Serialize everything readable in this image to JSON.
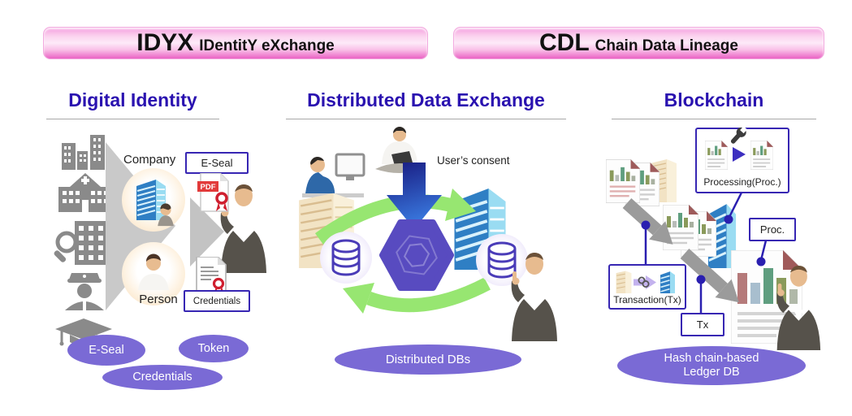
{
  "banners": {
    "idyx": {
      "abbr": "IDYX",
      "subtitle": "IDentitY eXchange"
    },
    "cdl": {
      "abbr": "CDL",
      "subtitle": "Chain Data Lineage"
    }
  },
  "identity": {
    "title": "Digital Identity",
    "company_label": "Company",
    "person_label": "Person",
    "eseal_tag": "E-Seal",
    "credentials_tag": "Credentials",
    "pdf_badge": "PDF",
    "oval_eseal": "E-Seal",
    "oval_token": "Token",
    "oval_credentials": "Credentials"
  },
  "exchange": {
    "title": "Distributed Data Exchange",
    "consent_label": "User’s consent",
    "oval": "Distributed DBs"
  },
  "blockchain": {
    "title": "Blockchain",
    "processing_tag": "Processing(Proc.)",
    "proc_tag": "Proc.",
    "transaction_tag": "Transaction(Tx)",
    "tx_tag": "Tx",
    "oval_line1": "Hash chain-based",
    "oval_line2": "Ledger DB"
  },
  "colors": {
    "banner_pink": "#f391d9",
    "heading_blue": "#2a12b0",
    "oval_purple": "#7a6ad5",
    "box_border": "#3726b3",
    "hexagon_purple": "#584bc0",
    "consent_arrow_blue": "#1d2fa8",
    "cycle_arrow_green": "#97e671",
    "connector_blue": "#2a1fb0",
    "icon_gray": "#8a8a8a"
  }
}
